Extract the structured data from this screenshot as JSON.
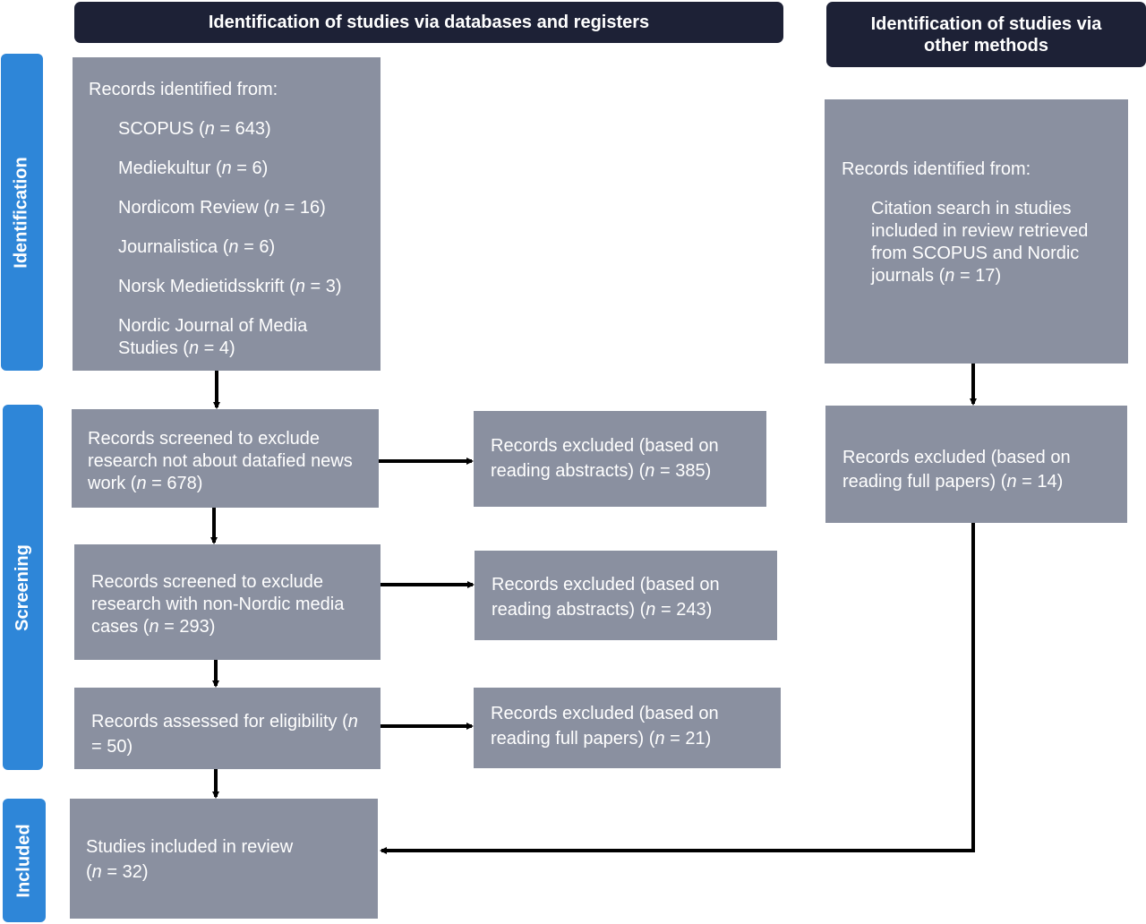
{
  "headers": {
    "databases": "Identification of studies via databases and registers",
    "other_methods": "Identification of studies via other methods"
  },
  "stages": {
    "identification": "Identification",
    "screening": "Screening",
    "included": "Included"
  },
  "identification_db": {
    "heading": "Records identified from:",
    "sources": [
      {
        "name": "SCOPUS",
        "n": "643"
      },
      {
        "name": "Mediekultur",
        "n": "6"
      },
      {
        "name": "Nordicom Review",
        "n": "16"
      },
      {
        "name": "Journalistica",
        "n": "6"
      },
      {
        "name": "Norsk Medietidsskrift",
        "n": "3"
      },
      {
        "name": "Nordic Journal of Media Studies",
        "n": "4"
      }
    ]
  },
  "identification_other": {
    "heading": "Records identified from:",
    "text": "Citation search in studies included in review retrieved from SCOPUS and Nordic journals",
    "n": "17"
  },
  "screen1": {
    "text": "Records screened to exclude research not about datafied news work",
    "n": "678"
  },
  "excluded1": {
    "text": "Records excluded (based on reading abstracts)",
    "n": "385"
  },
  "screen2": {
    "text": "Records screened to exclude research with non-Nordic media cases",
    "n": "293"
  },
  "excluded2": {
    "text": "Records excluded (based on reading abstracts)",
    "n": "243"
  },
  "eligibility": {
    "text": "Records assessed for eligibility",
    "n": "50"
  },
  "excluded3": {
    "text": "Records excluded (based on reading full papers)",
    "n": "21"
  },
  "excluded_other": {
    "text": "Records excluded (based on reading full papers)",
    "n": "14"
  },
  "included": {
    "text": "Studies included in review",
    "n": "32"
  },
  "n_label": "n",
  "n_eq": " = ",
  "colors": {
    "header_bg": "#1d2136",
    "stage_bg": "#2e86d8",
    "box_bg": "#8a90a0"
  }
}
